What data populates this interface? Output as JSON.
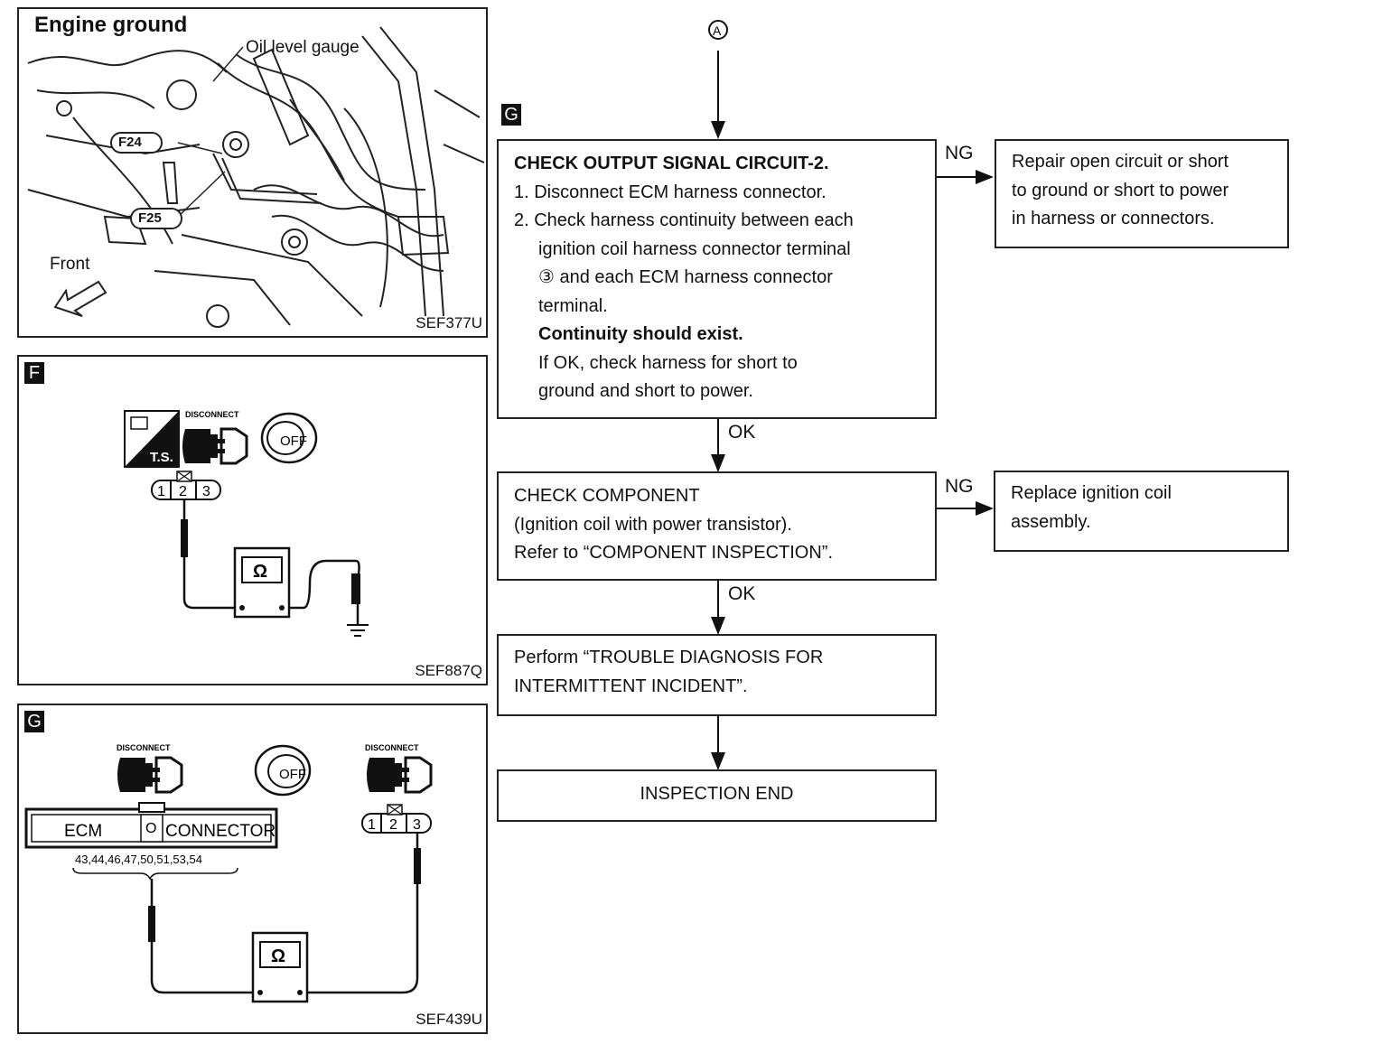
{
  "figure1": {
    "title": "Engine ground",
    "callout": "Oil level gauge",
    "labels": [
      "F24",
      "F25"
    ],
    "front_label": "Front",
    "code": "SEF377U"
  },
  "figure_f": {
    "tag": "F",
    "disconnect_label": "DISCONNECT",
    "ts_label": "T.S.",
    "key_label": "OFF",
    "terminals": [
      "1",
      "2",
      "3"
    ],
    "ohm_symbol": "Ω",
    "code": "SEF887Q"
  },
  "figure_g": {
    "tag": "G",
    "disconnect_label": "DISCONNECT",
    "key_label": "OFF",
    "ecm_label": "ECM",
    "connector_label": "CONNECTOR",
    "ecm_terminals": "43,44,46,47,50,51,53,54",
    "terminals": [
      "1",
      "2",
      "3"
    ],
    "ohm_symbol": "Ω",
    "code": "SEF439U"
  },
  "flow": {
    "entry_symbol": "A",
    "step_tag": "G",
    "check1": {
      "title": "CHECK OUTPUT SIGNAL CIRCUIT-2.",
      "lines": [
        "1. Disconnect ECM harness connector.",
        "2. Check harness continuity between each",
        "ignition coil harness connector terminal",
        "③  and each ECM harness connector",
        "terminal.",
        "Continuity should exist.",
        "If OK, check harness for short to",
        "ground and short to power."
      ]
    },
    "ng1": "NG",
    "result1": [
      "Repair open circuit or short",
      "to ground or short to power",
      "in harness or connectors."
    ],
    "ok1": "OK",
    "check2": [
      "CHECK COMPONENT",
      "(Ignition coil with power transistor).",
      "Refer to “COMPONENT INSPECTION”."
    ],
    "ng2": "NG",
    "result2": [
      "Replace ignition coil",
      "assembly."
    ],
    "ok2": "OK",
    "perform": [
      "Perform “TROUBLE DIAGNOSIS FOR",
      "INTERMITTENT INCIDENT”."
    ],
    "end": "INSPECTION END"
  }
}
